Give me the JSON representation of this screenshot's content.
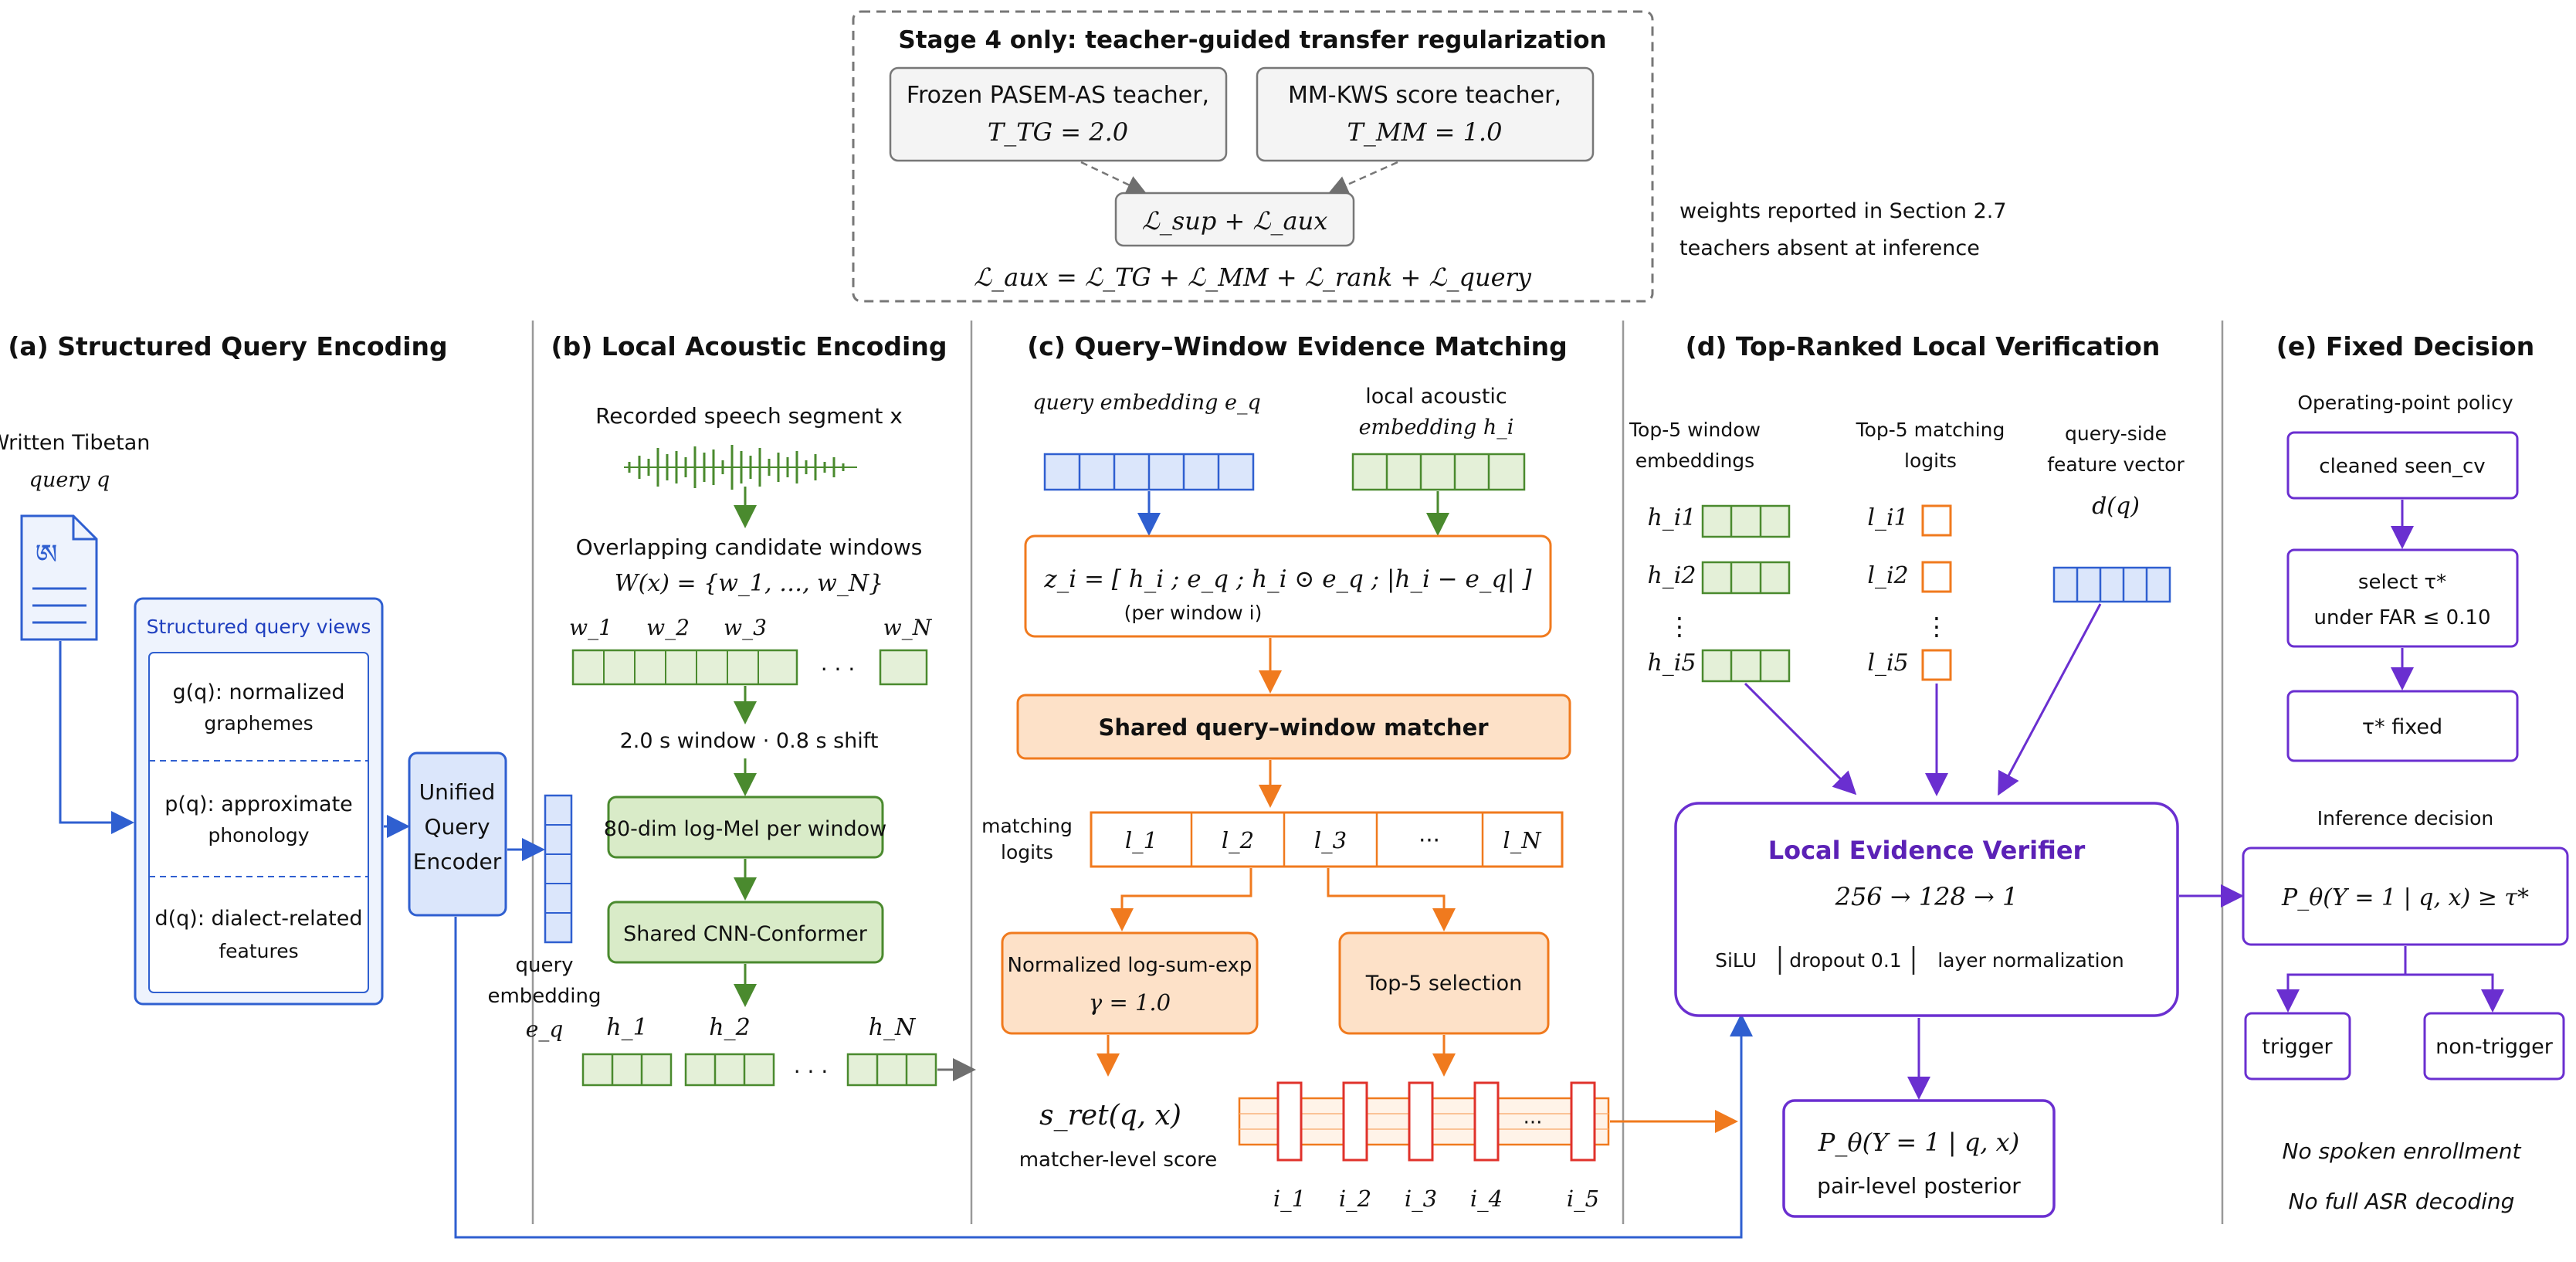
{
  "stage4": {
    "title": "Stage 4 only: teacher-guided transfer regularization",
    "teacher1_l1": "Frozen PASEM-AS teacher,",
    "teacher1_l2": "T_TG = 2.0",
    "teacher2_l1": "MM-KWS score teacher,",
    "teacher2_l2": "T_MM = 1.0",
    "loss_sum": "ℒ_sup + ℒ_aux",
    "loss_aux": "ℒ_aux = ℒ_TG + ℒ_MM + ℒ_rank + ℒ_query",
    "note1": "weights reported in Section 2.7",
    "note2": "teachers absent at inference"
  },
  "panel_a": {
    "title": "(a)  Structured Query Encoding",
    "input_l1": "Written Tibetan",
    "input_l2": "query q",
    "views_title": "Structured query views",
    "g_l1": "g(q): normalized",
    "g_l2": "graphemes",
    "p_l1": "p(q): approximate",
    "p_l2": "phonology",
    "d_l1": "d(q): dialect-related",
    "d_l2": "features",
    "encoder_l1": "Unified",
    "encoder_l2": "Query",
    "encoder_l3": "Encoder",
    "qemb_l1": "query",
    "qemb_l2": "embedding",
    "qemb_l3": "e_q"
  },
  "panel_b": {
    "title": "(b)  Local Acoustic Encoding",
    "speech": "Recorded speech segment x",
    "windows_l1": "Overlapping candidate windows",
    "windows_l2": "W(x) = {w_1, …, w_N}",
    "w1": "w_1",
    "w2": "w_2",
    "w3": "w_3",
    "wN": "w_N",
    "dots": "· · ·",
    "window_spec": "2.0 s window  ·  0.8 s shift",
    "logmel": "80-dim log-Mel per window",
    "cnn": "Shared CNN-Conformer",
    "h1": "h_1",
    "h2": "h_2",
    "hN": "h_N"
  },
  "panel_c": {
    "title": "(c)  Query–Window Evidence Matching",
    "qemb_label": "query embedding e_q",
    "hemb_l1": "local acoustic",
    "hemb_l2": "embedding h_i",
    "z_formula": "z_i = [ h_i ; e_q ; h_i ⊙ e_q ; |h_i − e_q| ]",
    "z_sub": "(per window i)",
    "matcher": "Shared query–window matcher",
    "logits_l1": "matching",
    "logits_l2": "logits",
    "logits": [
      "l_1",
      "l_2",
      "l_3",
      "···",
      "l_N"
    ],
    "lse_l1": "Normalized log-sum-exp",
    "lse_l2": "γ = 1.0",
    "top5": "Top-5 selection",
    "sret": "s_ret(q, x)",
    "sret_label": "matcher-level score",
    "idx": [
      "i_1",
      "i_2",
      "i_3",
      "i_4",
      "i_5"
    ],
    "idx_dots": "···"
  },
  "panel_d": {
    "title": "(d)  Top-Ranked Local Verification",
    "col1_l1": "Top-5 window",
    "col1_l2": "embeddings",
    "col2_l1": "Top-5 matching",
    "col2_l2": "logits",
    "col3_l1": "query-side",
    "col3_l2": "feature vector",
    "col3_l3": "d(q)",
    "h_rows": [
      "h_i1",
      "h_i2",
      "h_i5"
    ],
    "l_rows": [
      "l_i1",
      "l_i2",
      "l_i5"
    ],
    "vdots": "⋮",
    "verifier_title": "Local Evidence Verifier",
    "verifier_arch": "256 → 128 → 1",
    "verifier_silu": "SiLU",
    "verifier_dropout": "dropout 0.1",
    "verifier_ln": "layer normalization",
    "posterior_l1": "P_θ(Y = 1 | q, x)",
    "posterior_l2": "pair-level posterior"
  },
  "panel_e": {
    "title": "(e)  Fixed Decision",
    "policy": "Operating-point policy",
    "step1": "cleaned seen_cv",
    "step2_l1": "select τ*",
    "step2_l2": "under FAR ≤ 0.10",
    "step3": "τ* fixed",
    "inference": "Inference decision",
    "decision": "P_θ(Y = 1 | q, x) ≥ τ*",
    "trigger": "trigger",
    "nontrigger": "non-trigger",
    "note1": "No spoken enrollment",
    "note2": "No full ASR decoding"
  },
  "colors": {
    "blue": "#2f5fd0",
    "blue_fill": "#dbe6fb",
    "green": "#4a8a2e",
    "green_fill": "#e4f0d8",
    "orange": "#f07a1e",
    "red": "#e0322b",
    "purple": "#6a2fd0",
    "gray": "#6f6f6f"
  }
}
